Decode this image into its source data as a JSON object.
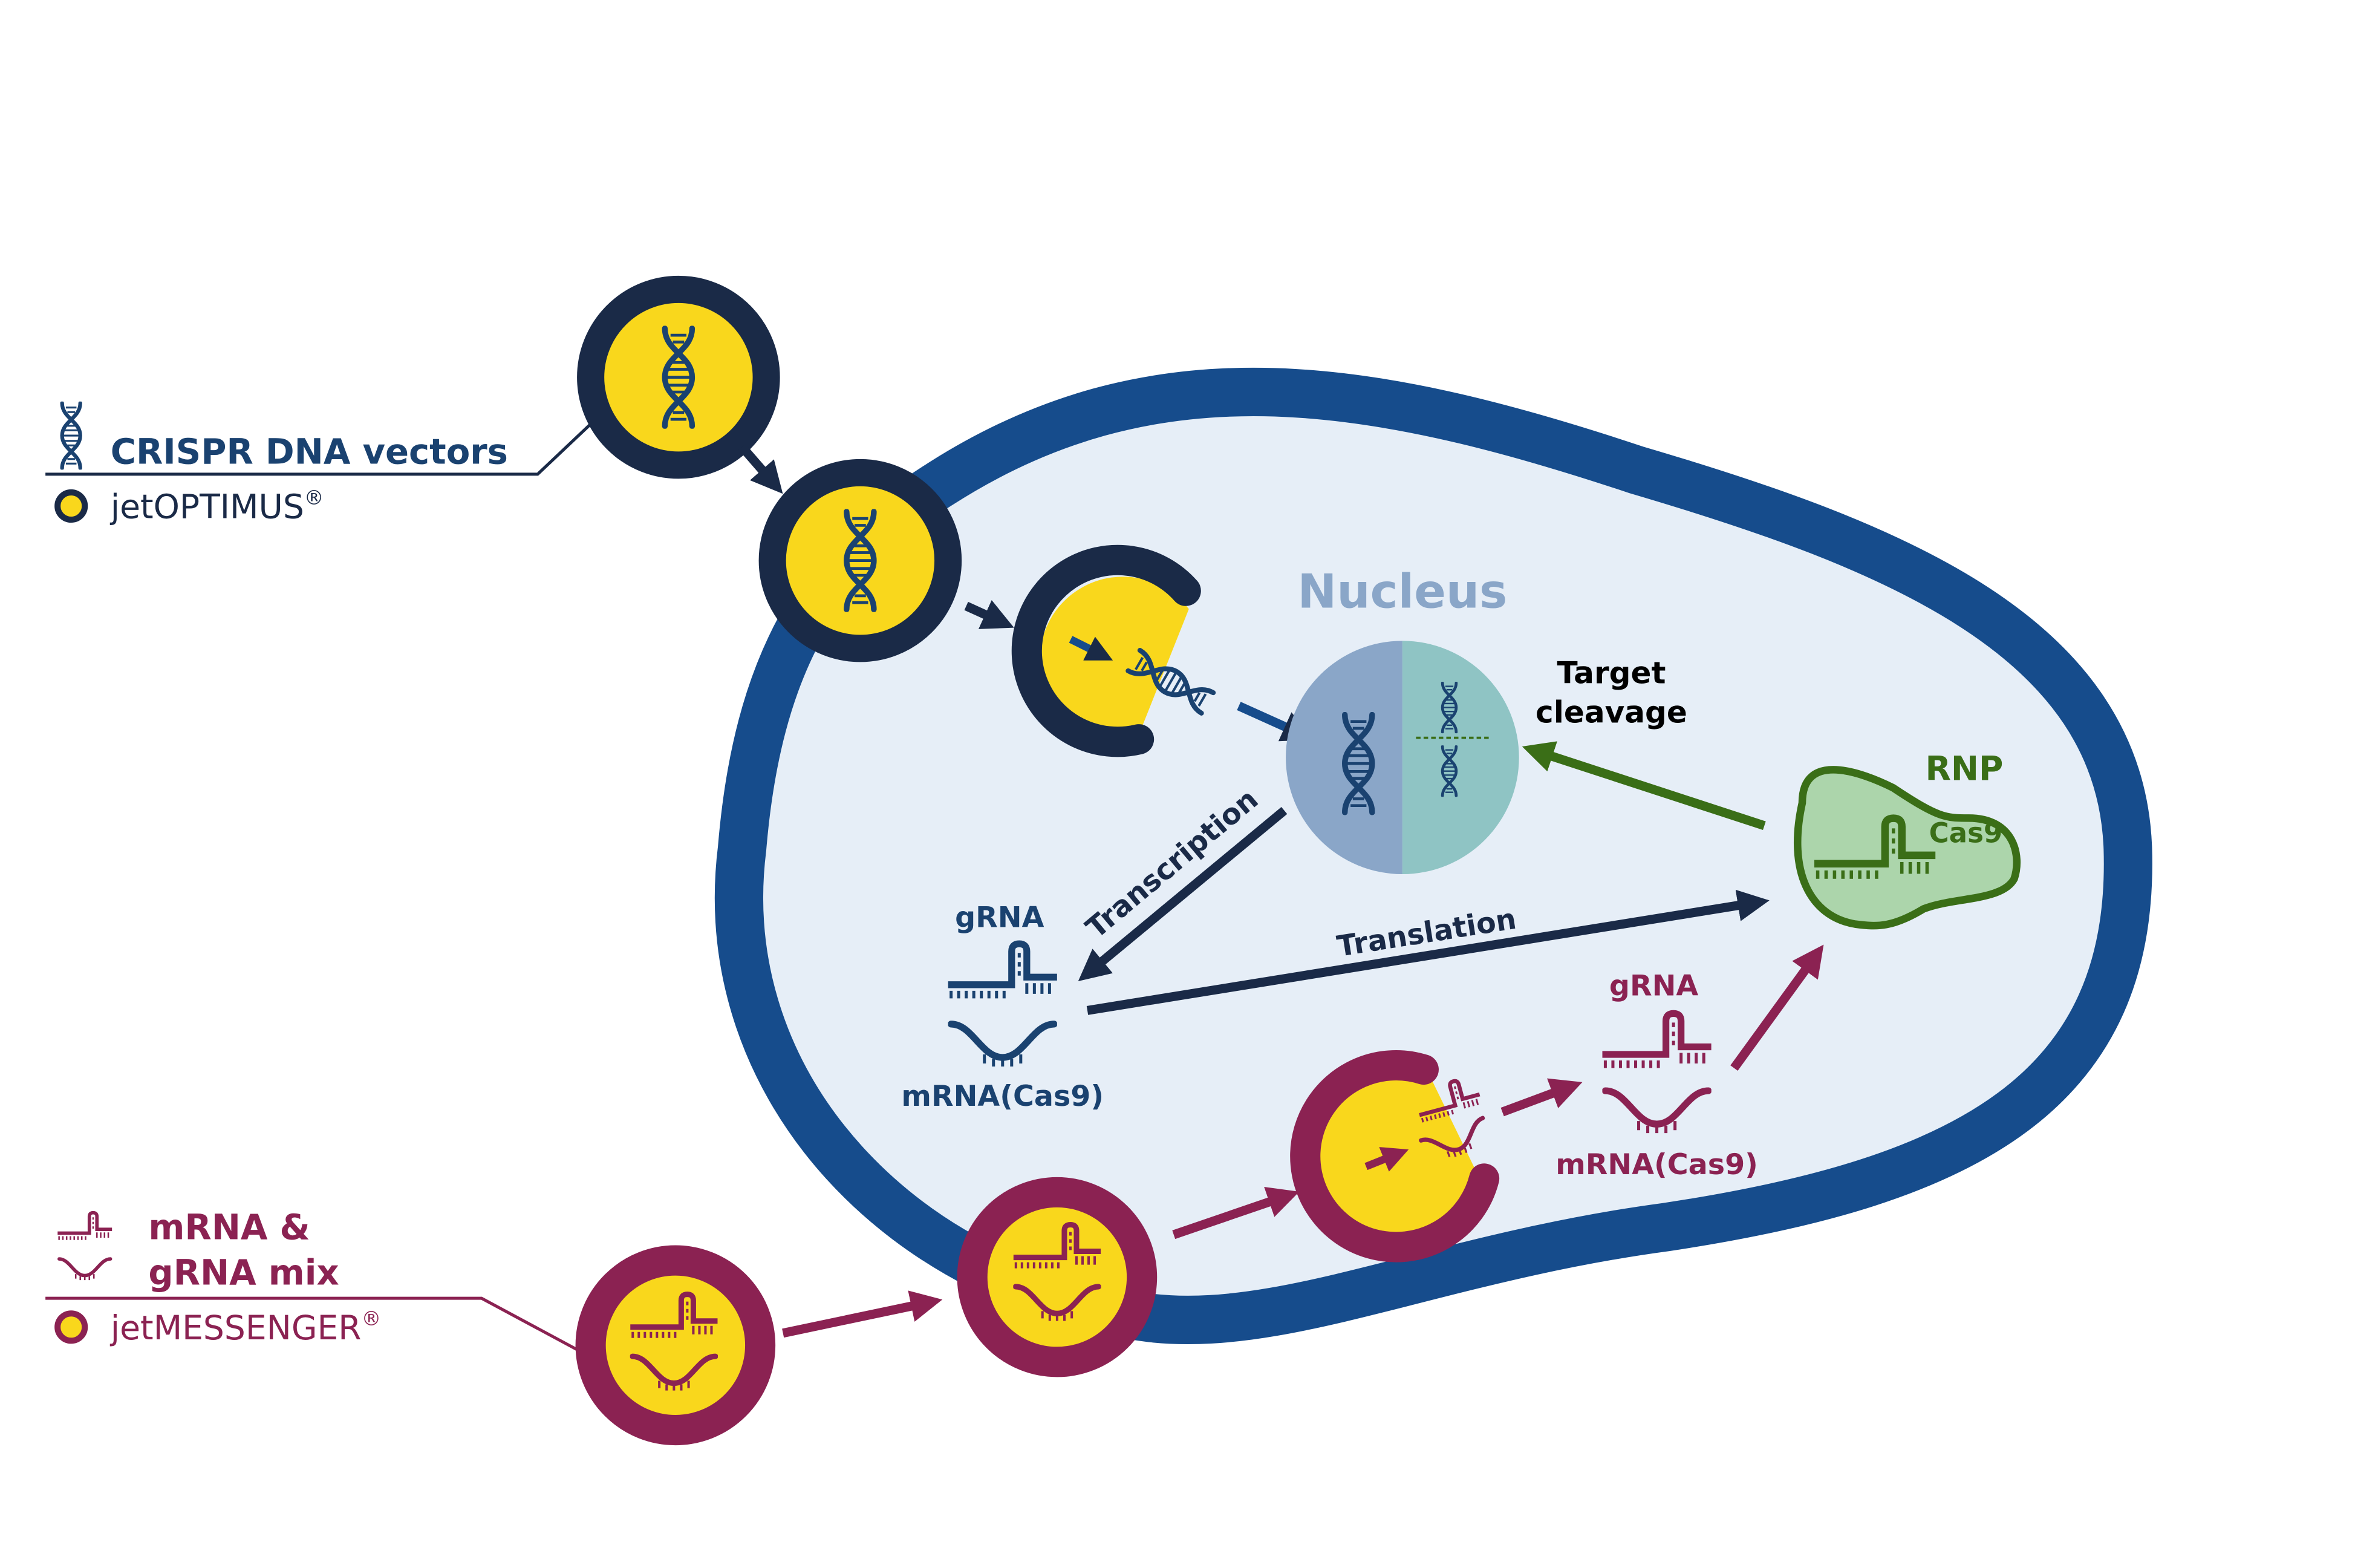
{
  "legend": {
    "dna": {
      "title": "CRISPR DNA vectors",
      "reagent": "jetOPTIMUS",
      "reg": "®",
      "icon": "dna-helix-icon"
    },
    "mrna": {
      "title_line1": "mRNA &",
      "title_line2": "gRNA mix",
      "reagent": "jetMESSENGER",
      "reg": "®",
      "icon": "grna-mrna-icon"
    }
  },
  "labels": {
    "nucleus": "Nucleus",
    "target_line1": "Target",
    "target_line2": "cleavage",
    "rnp": "RNP",
    "cas9": "Cas9",
    "transcription": "Transcription",
    "translation": "Translation",
    "grna_dna_path": "gRNA",
    "mrna_dna_path": "mRNA(Cas9)",
    "grna_mrna_path": "gRNA",
    "mrna_mrna_path": "mRNA(Cas9)"
  },
  "colors": {
    "navy": "#1a2a47",
    "blue_text": "#1a4270",
    "membrane": "#164c8c",
    "cytoplasm": "#e6eef7",
    "yellow": "#f9d71c",
    "maroon": "#8b2252",
    "green": "#3a6e17",
    "green_fill": "#acd5ab",
    "nucleus_left": "#8aa6c8",
    "nucleus_right": "#8fc4c4"
  }
}
